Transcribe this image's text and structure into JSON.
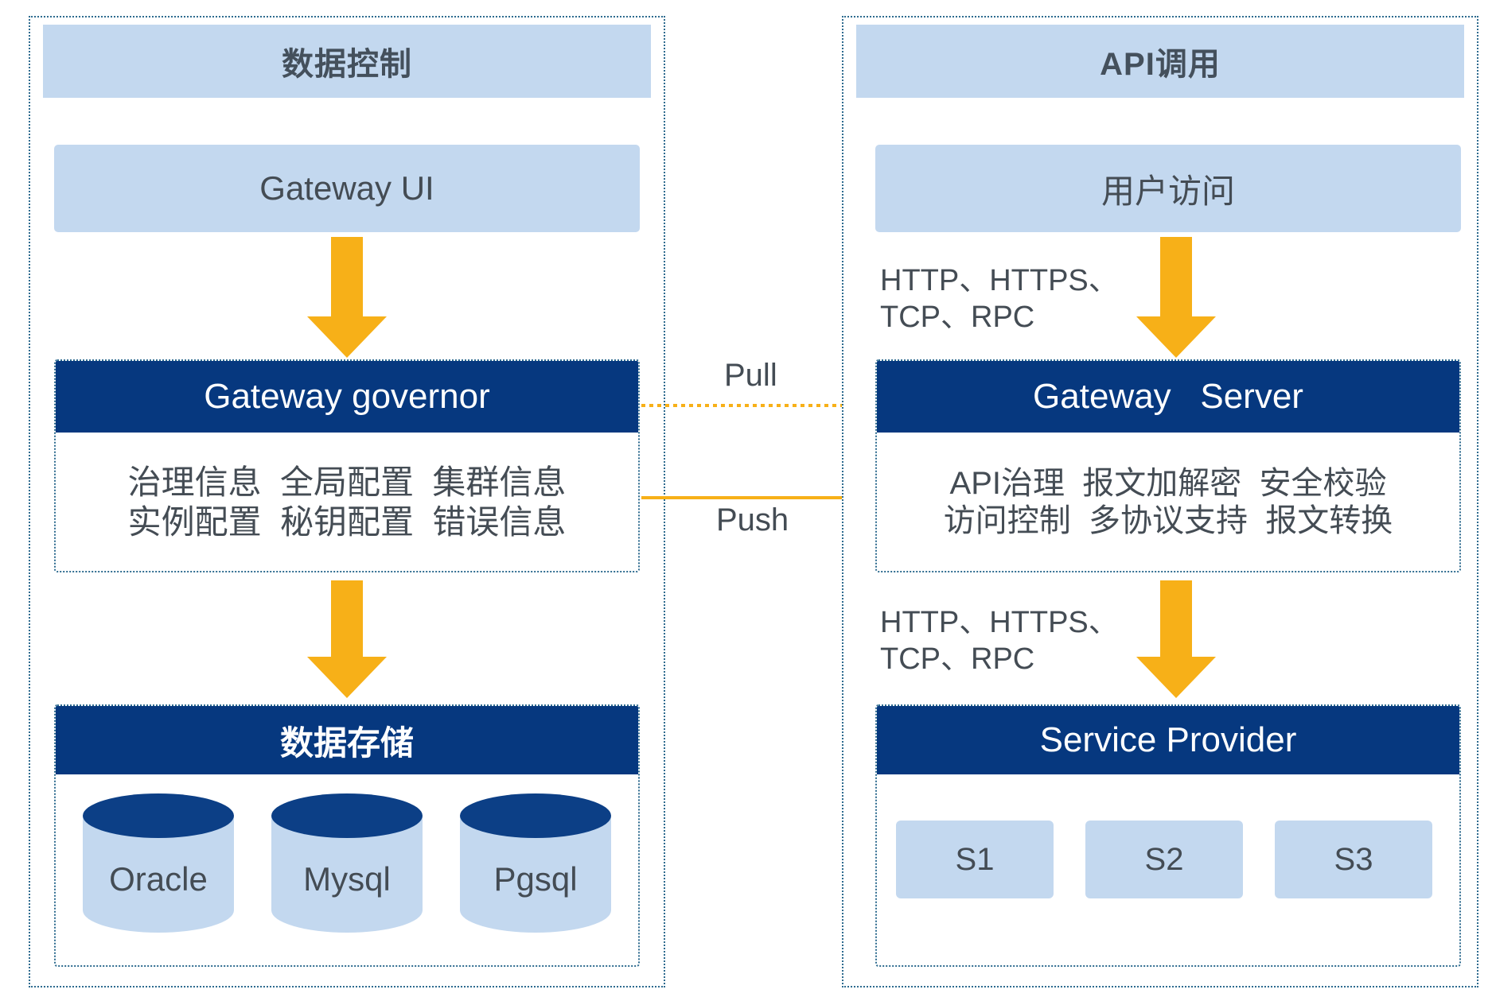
{
  "meta": {
    "colors": {
      "navy": "#06387f",
      "light_blue": "#c3d8ef",
      "orange": "#f7b018",
      "panel_border": "#2e6b8f",
      "text_dark": "#444c54",
      "white": "#ffffff"
    }
  },
  "left_panel": {
    "title": "数据控制",
    "gateway_ui": {
      "label": "Gateway UI"
    },
    "governor": {
      "header": "Gateway governor",
      "rows": [
        [
          "治理信息",
          "全局配置",
          "集群信息"
        ],
        [
          "实例配置",
          "秘钥配置",
          "错误信息"
        ]
      ]
    },
    "storage": {
      "header": "数据存储",
      "databases": [
        "Oracle",
        "Mysql",
        "Pgsql"
      ]
    },
    "arrows": [
      {
        "name": "ui-to-governor"
      },
      {
        "name": "governor-to-storage"
      }
    ]
  },
  "right_panel": {
    "title": "API调用",
    "user_access": {
      "label": "用户访问"
    },
    "protocol_top": "HTTP、HTTPS、\nTCP、RPC",
    "protocol_bottom": "HTTP、HTTPS、\nTCP、RPC",
    "gateway_server": {
      "header": "Gateway   Server",
      "rows": [
        [
          "API治理",
          "报文加解密",
          "安全校验"
        ],
        [
          "访问控制",
          "多协议支持",
          "报文转换"
        ]
      ]
    },
    "service_provider": {
      "header": "Service Provider",
      "services": [
        "S1",
        "S2",
        "S3"
      ]
    },
    "arrows": [
      {
        "name": "user-to-gateway-server"
      },
      {
        "name": "gateway-server-to-service-provider"
      }
    ]
  },
  "connectors": {
    "pull": {
      "label": "Pull",
      "style": "dotted",
      "direction": "left-to-right"
    },
    "push": {
      "label": "Push",
      "style": "solid",
      "direction": "left-to-right"
    }
  }
}
